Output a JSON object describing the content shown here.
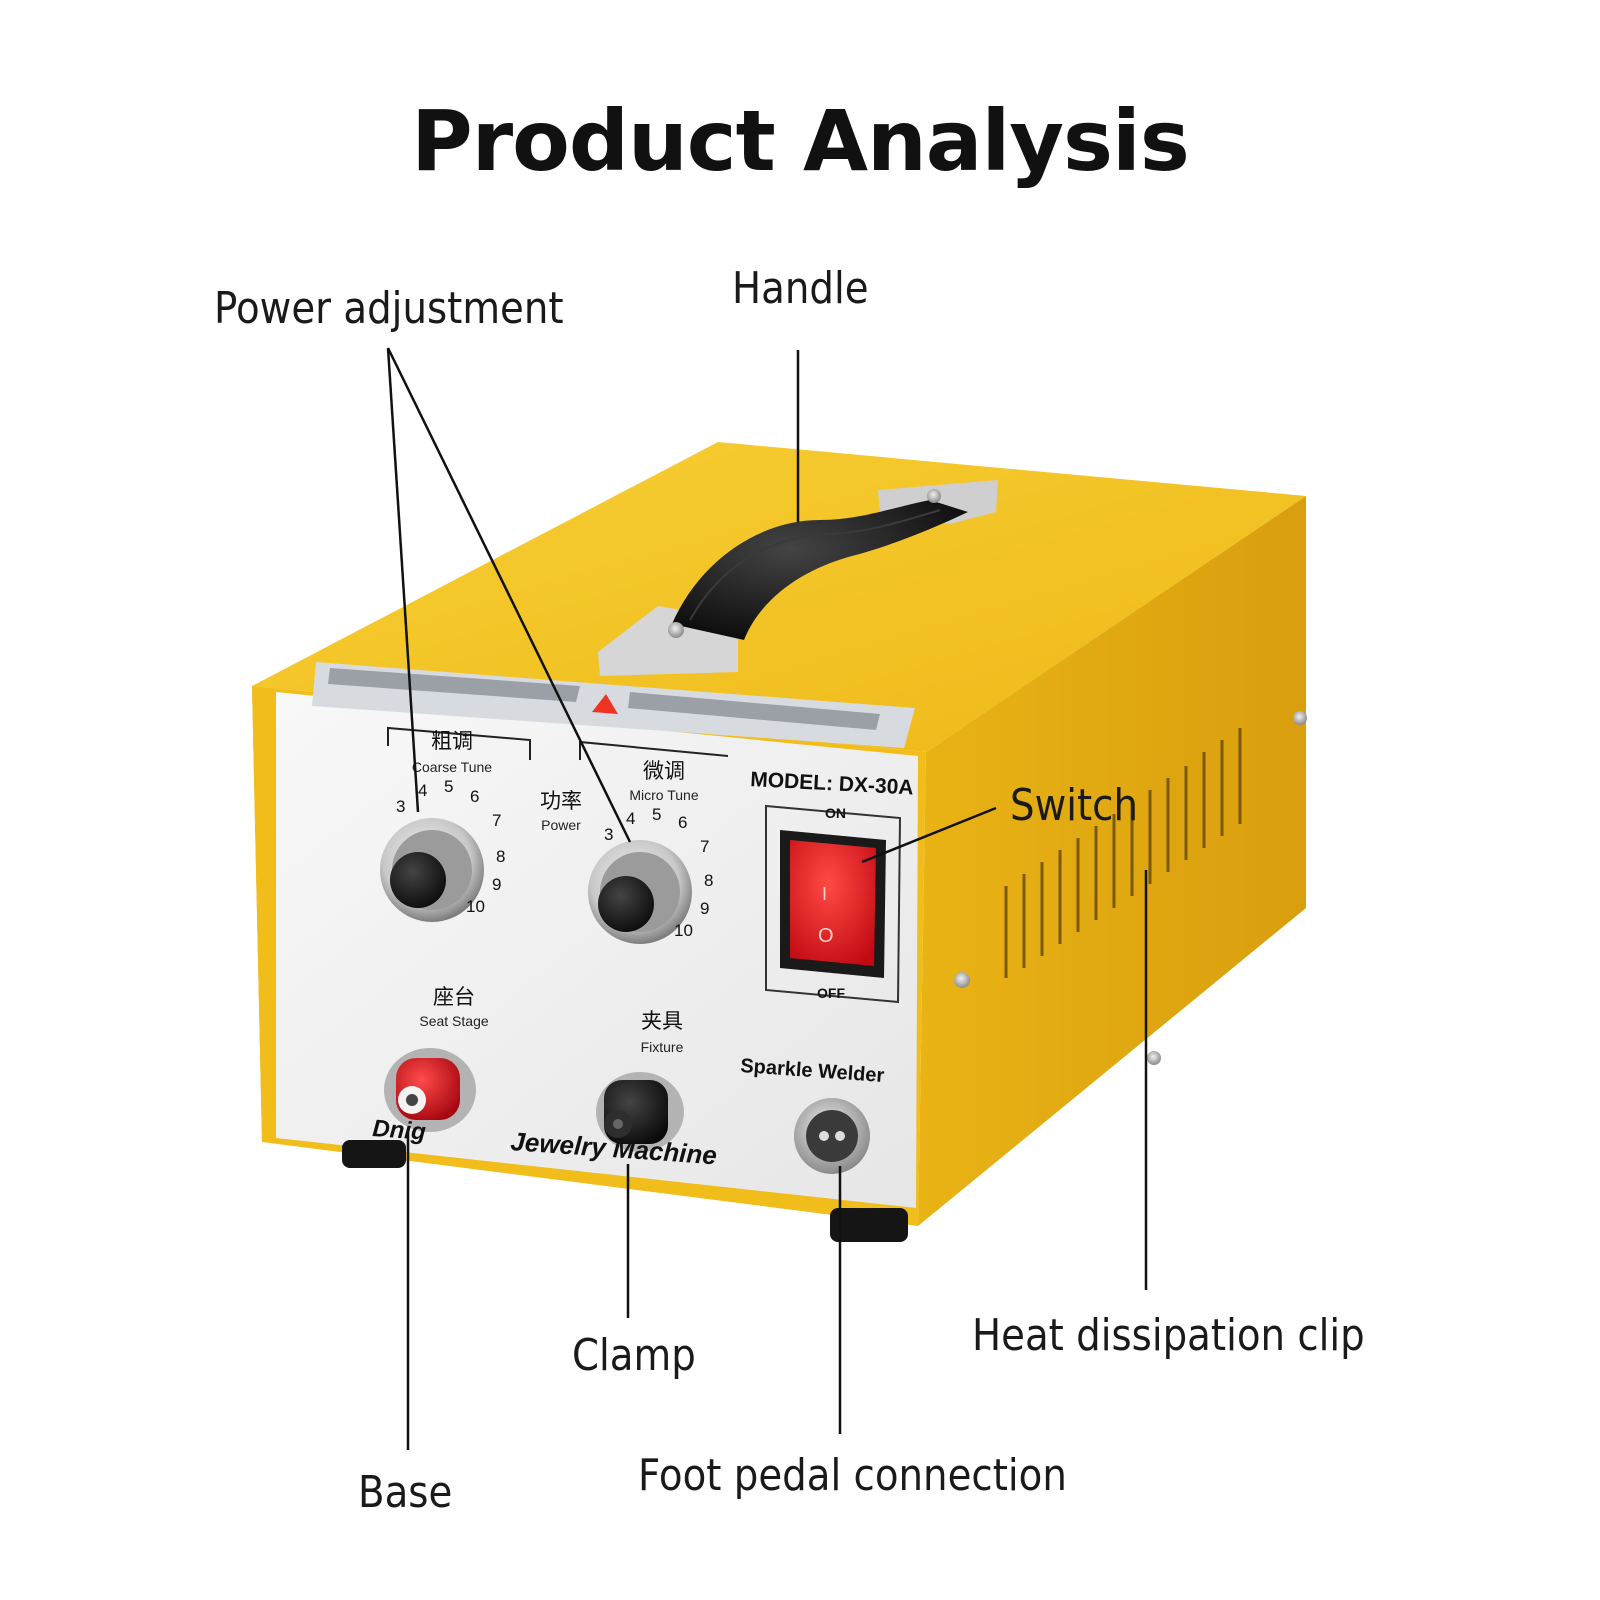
{
  "title": "Product Analysis",
  "callouts": {
    "power_adjustment": "Power adjustment",
    "handle": "Handle",
    "switch": "Switch",
    "heat_dissipation_clip": "Heat dissipation clip",
    "clamp": "Clamp",
    "base": "Base",
    "foot_pedal_connection": "Foot pedal connection"
  },
  "panel": {
    "coarse_tune_cn": "粗调",
    "coarse_tune": "Coarse Tune",
    "power_cn": "功率",
    "power": "Power",
    "micro_tune_cn": "微调",
    "micro_tune": "Micro Tune",
    "model": "MODEL: DX-30A",
    "switch_on": "ON",
    "switch_off": "OFF",
    "switch_i": "I",
    "switch_o": "O",
    "seat_stage_cn": "座台",
    "seat_stage": "Seat Stage",
    "fixture_cn": "夹具",
    "fixture": "Fixture",
    "sparkle_welder": "Sparkle Welder",
    "brand_fragment": "Dnig",
    "machine_name": "Jewelry Machine",
    "dial_numbers": [
      "3",
      "4",
      "5",
      "6",
      "7",
      "8",
      "9",
      "10"
    ]
  },
  "colors": {
    "case_yellow": "#f3c21c",
    "case_side": "#e0a911",
    "panel_white": "#f4f4f4",
    "switch_red": "#e0141c",
    "terminal_red": "#d8101a",
    "handle_black": "#1e1e1e"
  }
}
